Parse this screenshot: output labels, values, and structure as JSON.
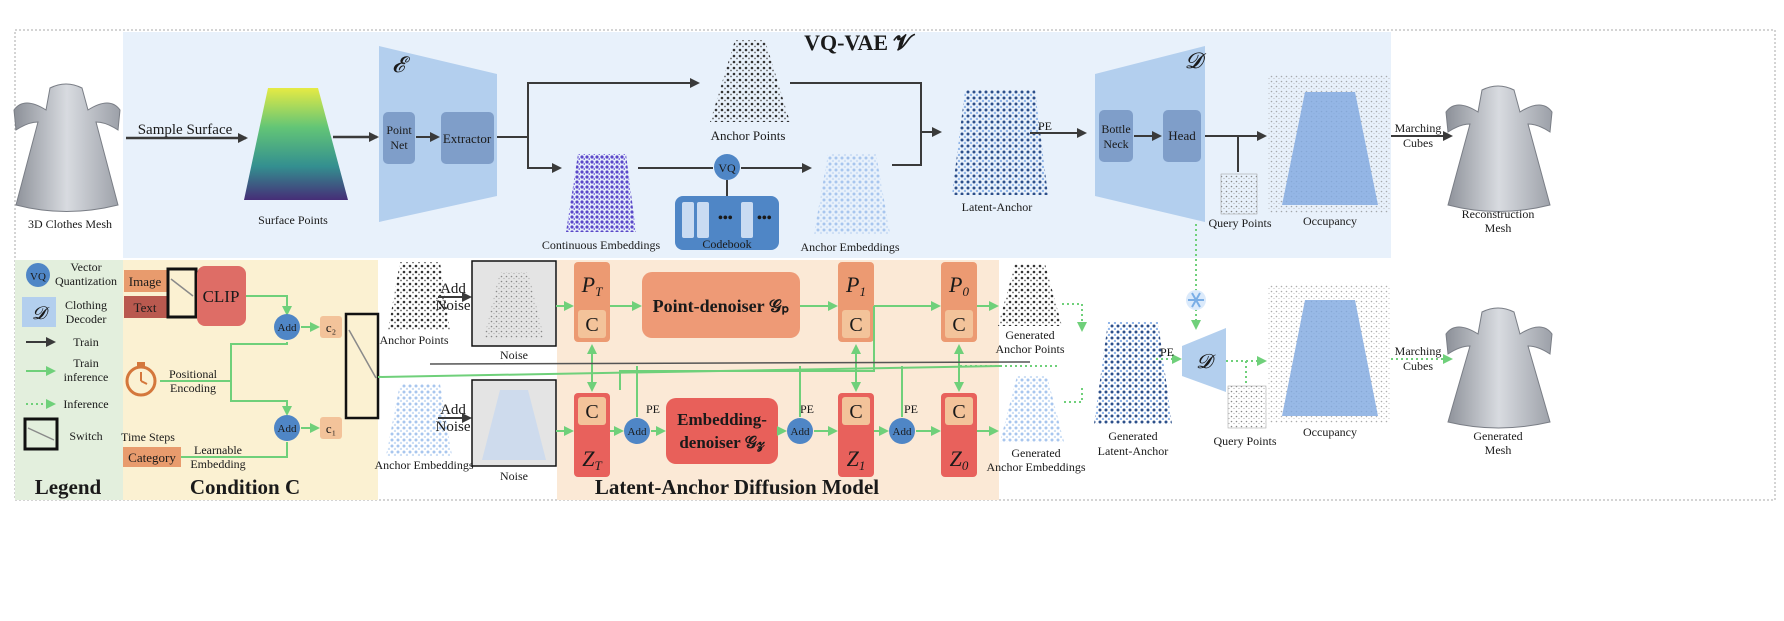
{
  "vqvae": {
    "title": "VQ-VAE 𝓥",
    "clothes_mesh": "3D Clothes Mesh",
    "sample_surface": "Sample Surface",
    "surface_points": "Surface Points",
    "encoder_symbol": "𝓔",
    "point_net_1": "Point",
    "point_net_2": "Net",
    "extractor": "Extractor",
    "anchor_points": "Anchor Points",
    "vq": "VQ",
    "continuous_embeddings": "Continuous Embeddings",
    "codebook": "Codebook",
    "anchor_embeddings": "Anchor Embeddings",
    "latent_anchor": "Latent-Anchor",
    "pe": "PE",
    "decoder_symbol": "𝓓",
    "bottle_neck_1": "Bottle",
    "bottle_neck_2": "Neck",
    "head": "Head",
    "query_points": "Query Points",
    "occupancy": "Occupancy",
    "marching_1": "Marching",
    "marching_2": "Cubes",
    "recon_1": "Reconstruction",
    "recon_2": "Mesh"
  },
  "legend": {
    "title": "Legend",
    "vq": "VQ",
    "vq_label_1": "Vector",
    "vq_label_2": "Quantization",
    "decoder_symbol": "𝓓",
    "decoder_label_1": "Clothing",
    "decoder_label_2": "Decoder",
    "train": "Train",
    "train_inf_1": "Train",
    "train_inf_2": "inference",
    "inference": "Inference",
    "switch": "Switch"
  },
  "condition": {
    "title": "Condition C",
    "image": "Image",
    "text": "Text",
    "clip": "CLIP",
    "pos_enc_1": "Positional",
    "pos_enc_2": "Encoding",
    "add": "Add",
    "c2": "c₂",
    "c1": "c₁",
    "time_steps": "Time Steps",
    "category": "Category",
    "learnable_1": "Learnable",
    "learnable_2": "Embedding"
  },
  "diffusion": {
    "title": "Latent-Anchor Diffusion Model",
    "anchor_points": "Anchor Points",
    "anchor_embeddings": "Anchor Embeddings",
    "add_noise_1": "Add",
    "add_noise_2": "Noise",
    "noise": "Noise",
    "pT": "P_T",
    "p1": "P_1",
    "p0": "P_0",
    "zT": "Z_T",
    "z1": "Z_1",
    "z0": "Z_0",
    "c": "C",
    "point_denoiser": "Point-denoiser 𝒢ₚ",
    "emb_denoiser_1": "Embedding-",
    "emb_denoiser_2": "denoiser 𝒢𝓏",
    "add": "Add",
    "pe": "PE"
  },
  "generation": {
    "gen_anchor_points_1": "Generated",
    "gen_anchor_points_2": "Anchor Points",
    "gen_anchor_emb_1": "Generated",
    "gen_anchor_emb_2": "Anchor Embeddings",
    "gen_latent_1": "Generated",
    "gen_latent_2": "Latent-Anchor",
    "pe": "PE",
    "decoder_symbol": "𝓓",
    "query_points": "Query Points",
    "occupancy": "Occupancy",
    "marching_1": "Marching",
    "marching_2": "Cubes",
    "gen_mesh_1": "Generated",
    "gen_mesh_2": "Mesh"
  },
  "colors": {
    "vqvae_bg": "#e8f1fb",
    "legend_bg": "#e3efdd",
    "condition_bg": "#fbf1d2",
    "diffusion_bg": "#fbe9d6",
    "encoder": "#b3cfee",
    "module_box": "#7f9ec9",
    "vq_circle": "#4f86c6",
    "green_arrow": "#6fd07a",
    "dark_arrow": "#3a3a3a",
    "p_block": "#ec9a72",
    "z_block": "#e8615c",
    "c_box": "#f3c39a",
    "denoiser_p": "#ee9a76",
    "denoiser_z": "#e8605a",
    "clip": "#de6d66",
    "image_box": "#e89b6d",
    "text_box": "#b9594f"
  }
}
